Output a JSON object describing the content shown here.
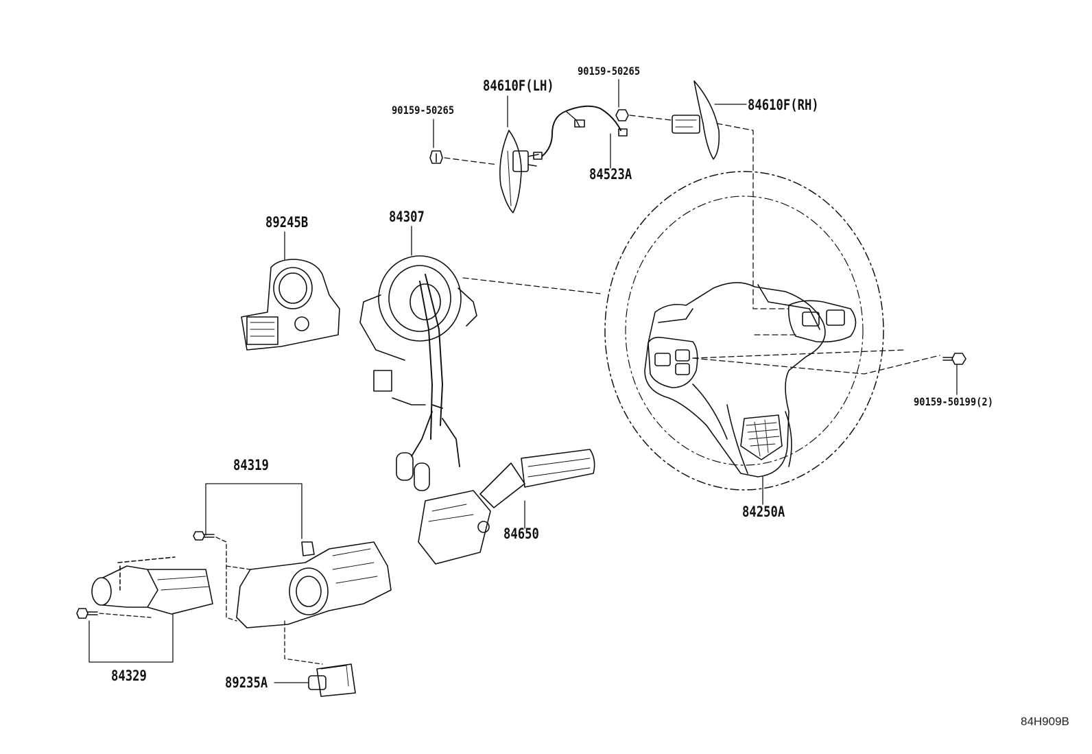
{
  "diagram": {
    "drawing_code": "84H909B",
    "parts": [
      {
        "id": "p_84610F_LH",
        "label": "84610F(LH)"
      },
      {
        "id": "p_90159_50265_a",
        "label": "90159-50265"
      },
      {
        "id": "p_90159_50265_b",
        "label": "90159-50265"
      },
      {
        "id": "p_84610F_RH",
        "label": "84610F(RH)"
      },
      {
        "id": "p_84523A",
        "label": "84523A"
      },
      {
        "id": "p_89245B",
        "label": "89245B"
      },
      {
        "id": "p_84307",
        "label": "84307"
      },
      {
        "id": "p_90159_50199",
        "label": "90159-50199(2)"
      },
      {
        "id": "p_84250A",
        "label": "84250A"
      },
      {
        "id": "p_84319",
        "label": "84319"
      },
      {
        "id": "p_84650",
        "label": "84650"
      },
      {
        "id": "p_84329",
        "label": "84329"
      },
      {
        "id": "p_89235A",
        "label": "89235A"
      }
    ]
  }
}
